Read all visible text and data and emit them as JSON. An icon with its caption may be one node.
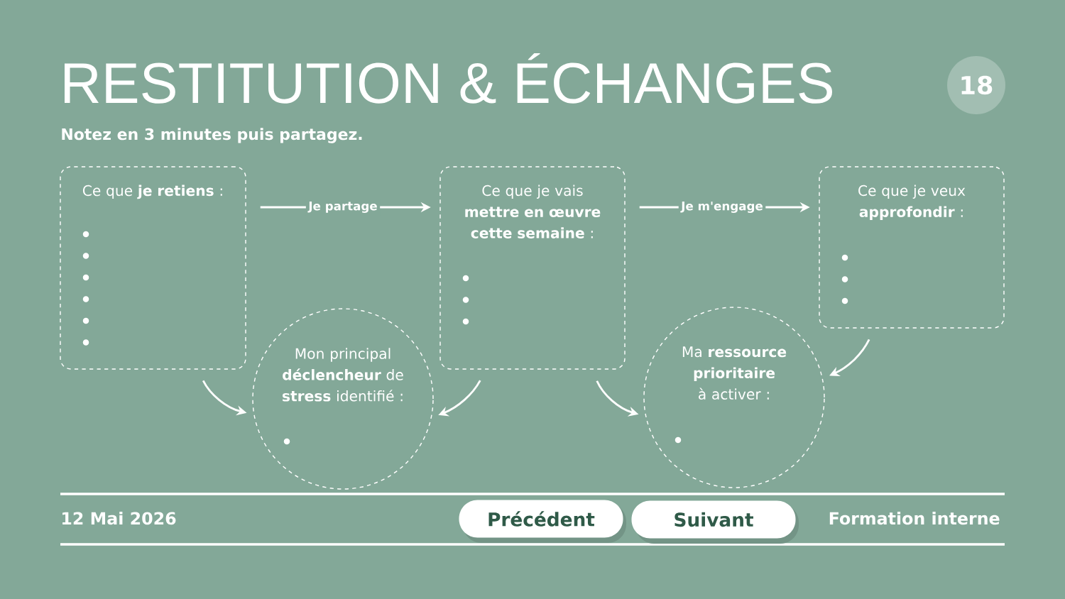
{
  "diagram": {
    "title": "RESTITUTION & ÉCHANGES",
    "nodes": [
      {
        "text": [
          "18"
        ]
      },
      {
        "text": [
          "Ce que **je retiens** :"
        ]
      },
      {
        "text": [
          "Ce que je vais **mettre en œuvre cette semaine** :"
        ]
      },
      {
        "text": [
          "Ce que je veux **approfondir** :"
        ]
      },
      {
        "text": [
          "Mon principal **déclencheur** de **stress** identifié :"
        ]
      },
      {
        "text": [
          "Ma **ressource prioritaire** à activer :"
        ]
      },
      {
        "text": [
          "Précédent"
        ]
      },
      {
        "text": [
          "Suivant"
        ]
      }
    ],
    "edges": [
      {
        "from": 1,
        "to": 2,
        "arrow": "to",
        "label": "Je partage"
      },
      {
        "from": 2,
        "to": 3,
        "arrow": "to",
        "label": "Je m'engage"
      },
      {
        "from": 1,
        "to": 4,
        "arrow": "to"
      },
      {
        "from": 2,
        "to": 4,
        "arrow": "to"
      },
      {
        "from": 2,
        "to": 5,
        "arrow": "to"
      },
      {
        "from": 3,
        "to": 5,
        "arrow": "to"
      }
    ],
    "labels": [
      "Notez en 3 minutes puis partagez.",
      "12 Mai 2026",
      "Formation interne"
    ]
  }
}
